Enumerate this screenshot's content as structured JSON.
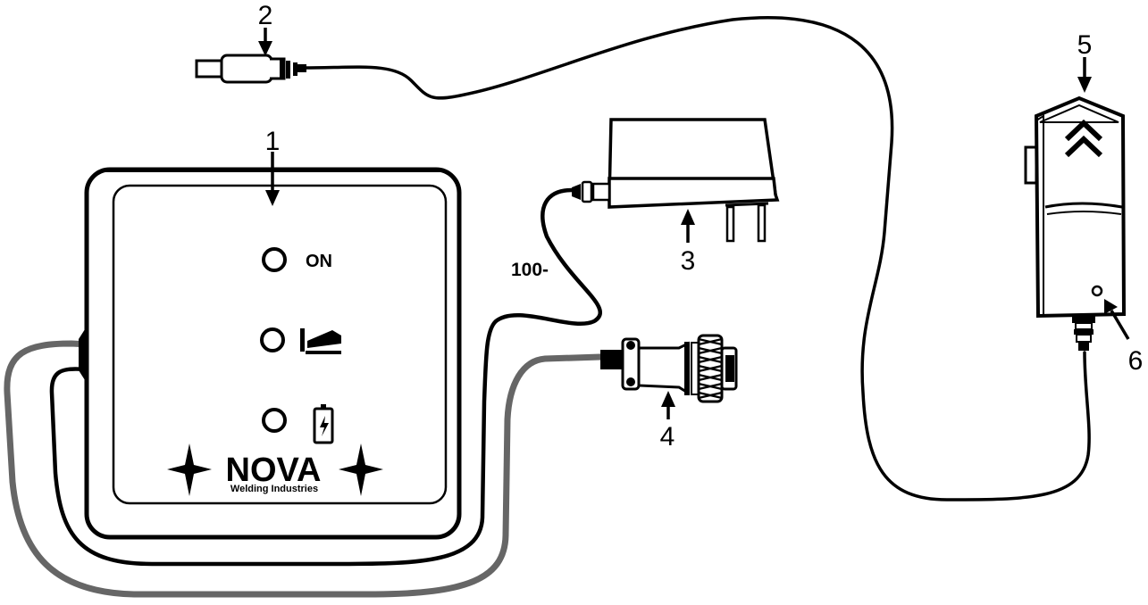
{
  "callouts": {
    "c1": "1",
    "c2": "2",
    "c3": "3",
    "c4": "4",
    "c5": "5",
    "c6": "6"
  },
  "cable_label": "100-",
  "panel": {
    "on_label": "ON",
    "brand": "NOVA",
    "brand_sub": "Welding Industries"
  },
  "icons": {
    "led_on": "led-ring-icon",
    "led_weld": "led-ring-icon",
    "led_battery": "led-ring-icon",
    "weld": "welding-torch-icon",
    "battery": "battery-charging-icon",
    "chevron": "double-chevron-up-icon",
    "sparkle": "four-point-star-icon"
  },
  "colors": {
    "line": "#000000",
    "grey_cable": "#666666",
    "background": "#ffffff"
  }
}
